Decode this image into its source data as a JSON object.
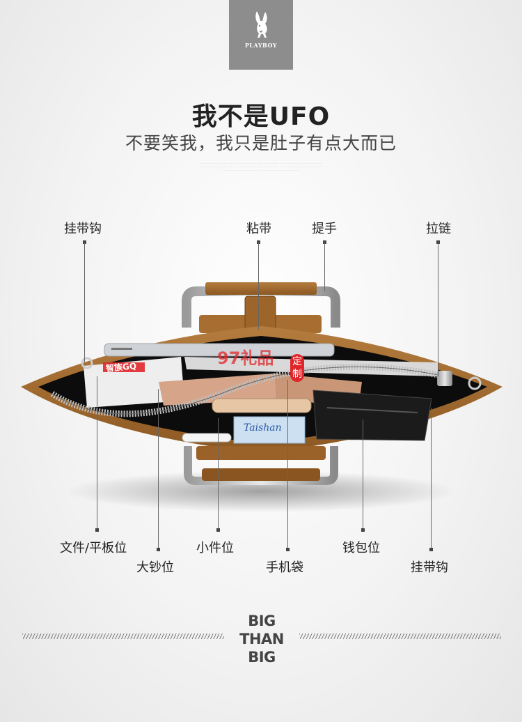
{
  "brand": {
    "name": "PLAYBOY",
    "logo_icon": "bunny-icon"
  },
  "title": "我不是UFO",
  "subtitle": "不要笑我，我只是肚子有点大而已",
  "labels": {
    "hook_top": "挂带钩",
    "velcro": "粘带",
    "handle": "提手",
    "zipper": "拉链",
    "docs_tablet": "文件/平板位",
    "large_bill": "大钞位",
    "small_items": "小件位",
    "phone_pocket": "手机袋",
    "wallet": "钱包位",
    "hook_bottom": "挂带钩"
  },
  "bag_items": {
    "magazine": "智族GQ",
    "card": "Taishan",
    "watermark": "97礼品",
    "stamp": "定制"
  },
  "slogan": {
    "line1": "BIG",
    "line2": "THAN",
    "line3": "BIG"
  },
  "colors": {
    "leather": "#a0672a",
    "leather_light": "#b07a3c",
    "lining": "#0c0c0c",
    "metal": "#c9c9c9",
    "logo_bg": "#8d8d8d",
    "watermark": "#e0262a"
  }
}
